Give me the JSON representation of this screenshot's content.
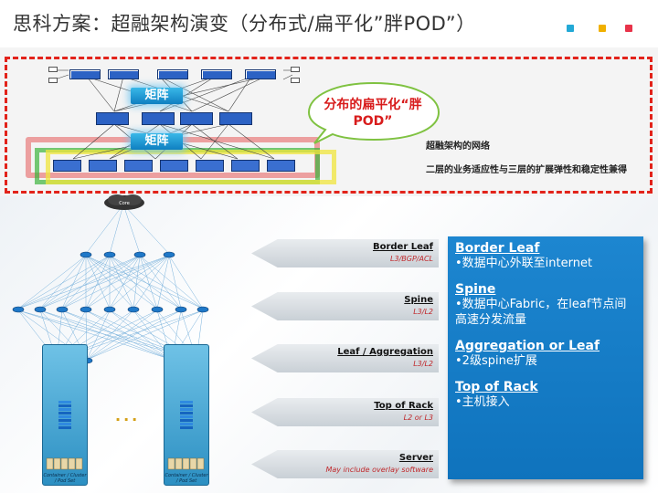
{
  "header": {
    "title": "思科方案：超融架构演变（分布式/扁平化”胖POD”）",
    "dot_colors": [
      "#23a9d6",
      "#f0b000",
      "#e8334a"
    ]
  },
  "top_diagram": {
    "matrix_upper": "矩阵",
    "matrix_lower": "矩阵",
    "callout": "分布的扁平化“胖POD”",
    "note_1": "超融架构的网络",
    "note_2": "二层的业务适应性与三层的扩展弹性和稳定性兼得"
  },
  "network": {
    "core_label": "Core",
    "ellipsis": "...",
    "container_label_1": "Container / Cluster / Pod Set",
    "container_label_2": "Container / Cluster / Pod Set"
  },
  "layers": [
    {
      "name": "Border Leaf",
      "sub": "L3/BGP/ACL"
    },
    {
      "name": "Spine",
      "sub": "L3/L2"
    },
    {
      "name": "Leaf / Aggregation",
      "sub": "L3/L2"
    },
    {
      "name": "Top of Rack",
      "sub": "L2 or L3"
    },
    {
      "name": "Server",
      "sub": "May include overlay software"
    }
  ],
  "info_panel": [
    {
      "heading": "Border Leaf",
      "body": "•数据中心外联至internet"
    },
    {
      "heading": "Spine",
      "body": "•数据中心Fabric，在leaf节点间高速分发流量"
    },
    {
      "heading": "Aggregation or Leaf",
      "body": "•2级spine扩展"
    },
    {
      "heading": "Top of Rack",
      "body": "•主机接入"
    }
  ]
}
